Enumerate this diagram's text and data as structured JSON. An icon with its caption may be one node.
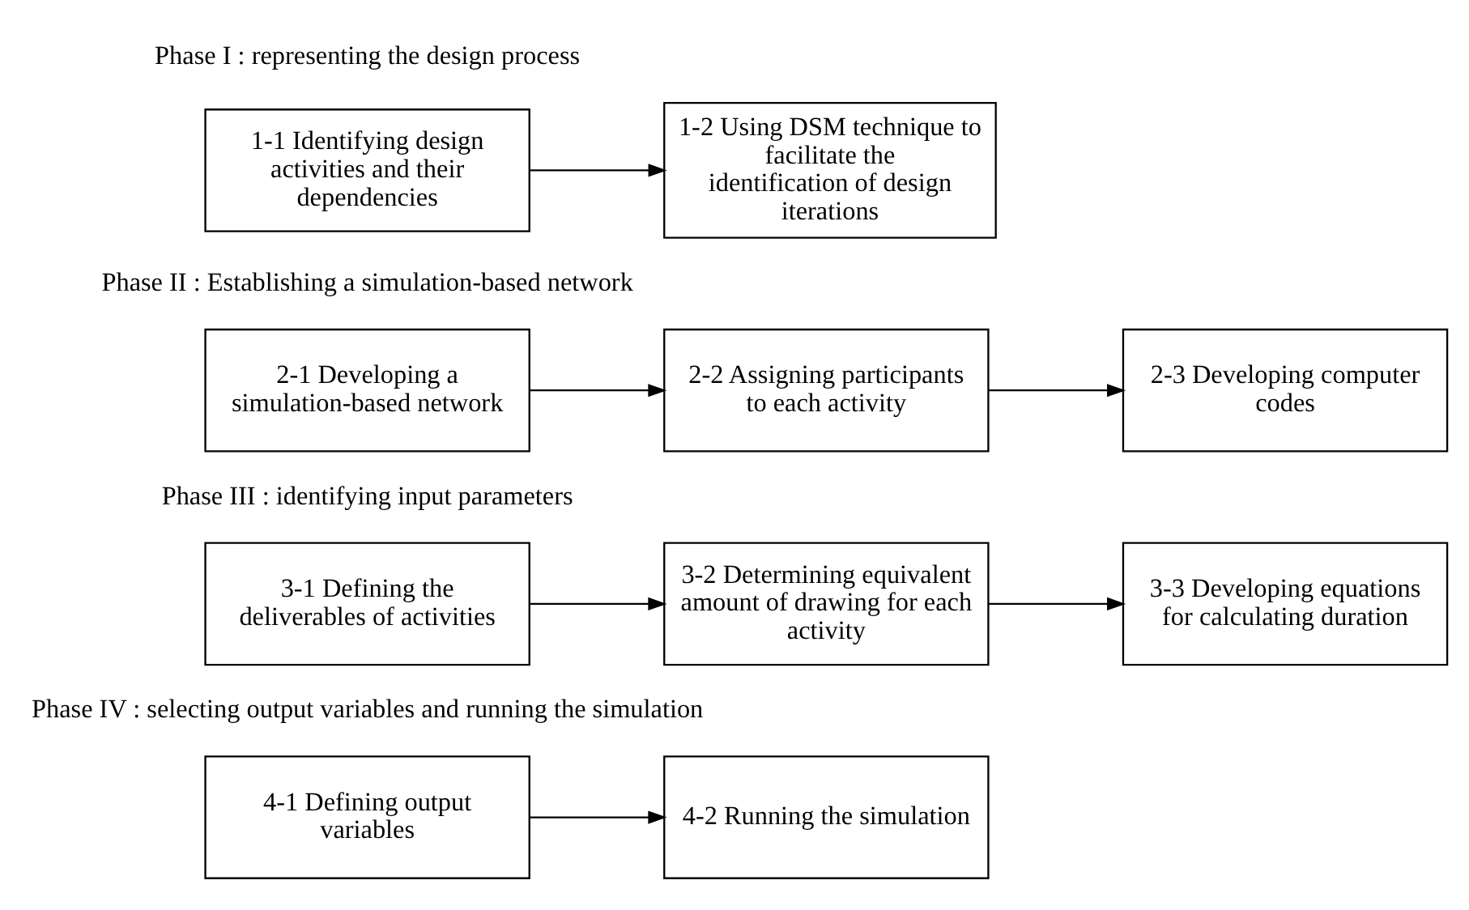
{
  "diagram": {
    "nodes": [
      {
        "text": [
          "1-1 Identifying design activities and their dependencies"
        ]
      },
      {
        "text": [
          "1-2 Using DSM technique to facilitate the identification of design iterations"
        ]
      },
      {
        "text": [
          "2-1 Developing a simulation-based network"
        ]
      },
      {
        "text": [
          "2-2 Assigning participants to each activity"
        ]
      },
      {
        "text": [
          "2-3 Developing computer codes"
        ]
      },
      {
        "text": [
          "3-1 Defining the deliverables of activities"
        ]
      },
      {
        "text": [
          "3-2 Determining equivalent amount of drawing for each activity"
        ]
      },
      {
        "text": [
          "3-3 Developing equations for calculating duration"
        ]
      },
      {
        "text": [
          "4-1 Defining output variables"
        ]
      },
      {
        "text": [
          "4-2 Running the simulation"
        ]
      }
    ],
    "edges": [
      {
        "from": 0,
        "to": 1,
        "arrow": "to"
      },
      {
        "from": 2,
        "to": 3,
        "arrow": "to"
      },
      {
        "from": 3,
        "to": 4,
        "arrow": "to"
      },
      {
        "from": 5,
        "to": 6,
        "arrow": "to"
      },
      {
        "from": 6,
        "to": 7,
        "arrow": "to"
      },
      {
        "from": 8,
        "to": 9,
        "arrow": "to"
      }
    ],
    "labels": [
      "Phase I : representing the design process",
      "Phase II : Establishing a simulation-based network",
      "Phase III : identifying input parameters",
      "Phase IV : selecting output variables and running the simulation"
    ]
  }
}
